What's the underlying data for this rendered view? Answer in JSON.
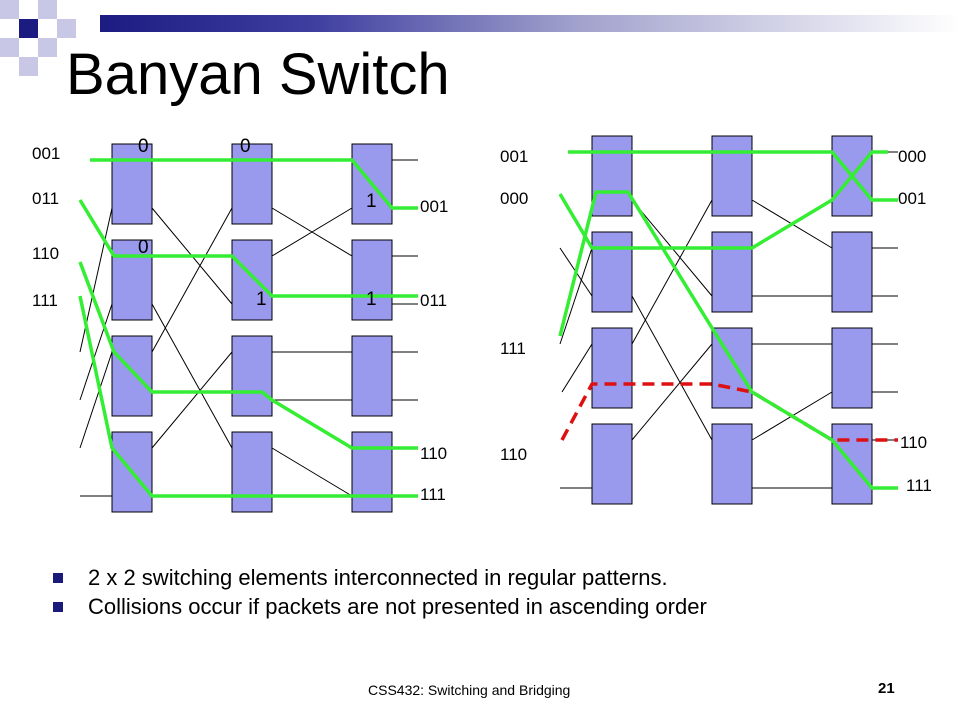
{
  "slide": {
    "title": "Banyan Switch",
    "bullets": [
      "2 x 2 switching elements interconnected in regular patterns.",
      "Collisions occur if packets are not presented in ascending order"
    ],
    "footer": "CSS432: Switching and Bridging",
    "page_number": "21"
  },
  "colors": {
    "switch_fill": "#9999ee",
    "path_green": "#33ee33",
    "collision_red": "#dd1111",
    "bullet_square": "#1a1a7a",
    "header_bar": "#1b1b82"
  },
  "left_diagram": {
    "input_labels": [
      "001",
      "011",
      "110",
      "111"
    ],
    "output_labels": [
      "001",
      "011",
      "110",
      "111"
    ],
    "routing_bits": [
      "0",
      "0",
      "0",
      "1",
      "1",
      "1"
    ]
  },
  "right_diagram": {
    "input_labels": [
      "001",
      "000",
      "111",
      "110"
    ],
    "output_labels": [
      "000",
      "001",
      "110",
      "111"
    ]
  }
}
